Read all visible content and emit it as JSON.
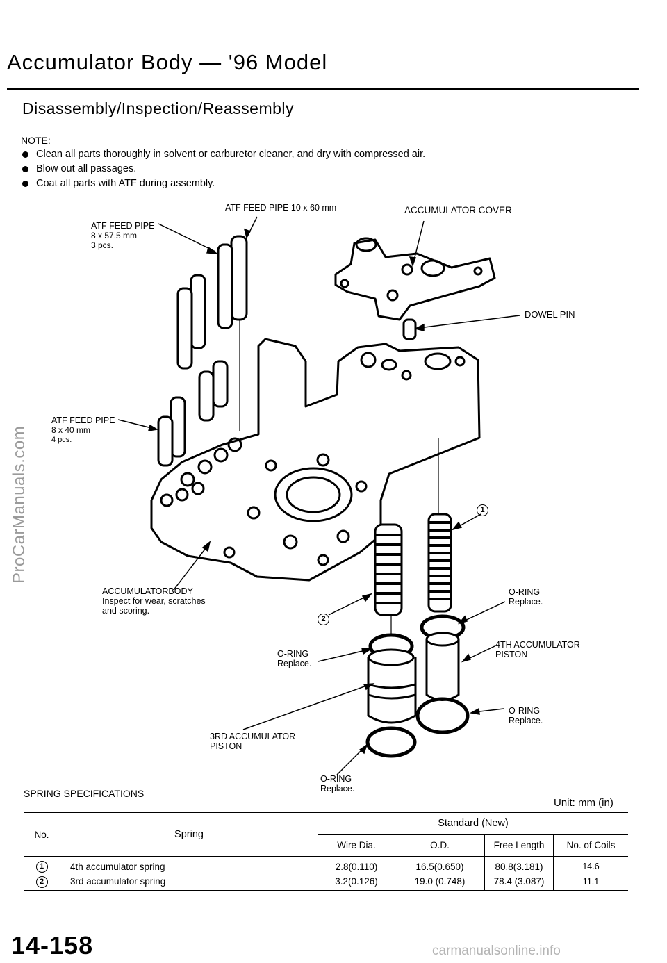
{
  "title": "Accumulator Body — '96 Model",
  "subtitle": "Disassembly/Inspection/Reassembly",
  "note_label": "NOTE:",
  "notes": [
    "Clean all parts thoroughly in solvent or carburetor cleaner, and dry with compressed air.",
    "Blow out all passages.",
    "Coat all parts with ATF during assembly."
  ],
  "callouts": {
    "atf_pipe_10x60": "ATF FEED PIPE 10 x 60 mm",
    "accumulator_cover": "ACCUMULATOR COVER",
    "atf_pipe_57": {
      "name": "ATF FEED PIPE",
      "size": "8 x 57.5 mm",
      "qty": "3 pcs."
    },
    "dowel_pin": "DOWEL PIN",
    "atf_pipe_40": {
      "name": "ATF FEED PIPE",
      "size": "8 x 40 mm",
      "qty": "4 pcs."
    },
    "accumulator_body": {
      "name": "ACCUMULATORBODY",
      "line1": "Inspect for wear, scratches",
      "line2": "and scoring."
    },
    "spring_1": "1",
    "spring_2": "2",
    "oring_upper_right": {
      "name": "O-RING",
      "note": "Replace."
    },
    "piston_4th": {
      "line1": "4TH ACCUMULATOR",
      "line2": "PISTON"
    },
    "oring_left": {
      "name": "O-RING",
      "note": "Replace."
    },
    "oring_lower_right": {
      "name": "O-RING",
      "note": "Replace."
    },
    "piston_3rd": {
      "line1": "3RD ACCUMULATOR",
      "line2": "PISTON"
    },
    "oring_bottom": {
      "name": "O-RING",
      "note": "Replace."
    }
  },
  "watermark": "ProCarManuals.com",
  "spec": {
    "title": "SPRING SPECIFICATIONS",
    "unit": "Unit: mm (in)",
    "headers": {
      "no": "No.",
      "spring": "Spring",
      "standard": "Standard (New)",
      "wire_dia": "Wire Dia.",
      "od": "O.D.",
      "free_length": "Free Length",
      "coils": "No. of Coils"
    },
    "rows": [
      {
        "no": "1",
        "spring": "4th accumulator spring",
        "wire_dia": "2.8(0.110)",
        "od": "16.5(0.650)",
        "free_length": "80.8(3.181)",
        "coils": "14.6"
      },
      {
        "no": "2",
        "spring": "3rd accumulator spring",
        "wire_dia": "3.2(0.126)",
        "od": "19.0 (0.748)",
        "free_length": "78.4 (3.087)",
        "coils": "11.1"
      }
    ]
  },
  "page_number": "14-158",
  "footer_watermark": "carmanualsonline.info"
}
